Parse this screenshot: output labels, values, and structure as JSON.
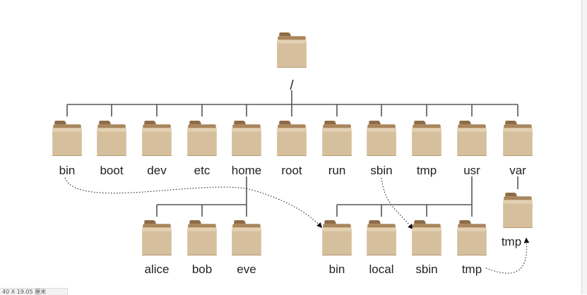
{
  "diagram": {
    "root_label": "/",
    "top_level": [
      {
        "name": "bin"
      },
      {
        "name": "boot"
      },
      {
        "name": "dev"
      },
      {
        "name": "etc"
      },
      {
        "name": "home"
      },
      {
        "name": "root"
      },
      {
        "name": "run"
      },
      {
        "name": "sbin"
      },
      {
        "name": "tmp"
      },
      {
        "name": "usr"
      },
      {
        "name": "var"
      }
    ],
    "home_children": [
      {
        "name": "alice"
      },
      {
        "name": "bob"
      },
      {
        "name": "eve"
      }
    ],
    "usr_children": [
      {
        "name": "bin"
      },
      {
        "name": "local"
      },
      {
        "name": "sbin"
      },
      {
        "name": "tmp"
      }
    ],
    "var_children": [
      {
        "name": "tmp"
      }
    ],
    "links": [
      {
        "from": "bin",
        "to": "usr/bin"
      },
      {
        "from": "sbin",
        "to": "usr/sbin"
      },
      {
        "from": "usr/tmp",
        "to": "var/tmp"
      }
    ],
    "colors": {
      "folder_body": "#d6bf9c",
      "folder_tab": "#8e6c47",
      "folder_back": "#a9865d",
      "line": "#555555",
      "text": "#222222"
    }
  },
  "status_bar": {
    "text": "40 X 19.05 厘米"
  }
}
